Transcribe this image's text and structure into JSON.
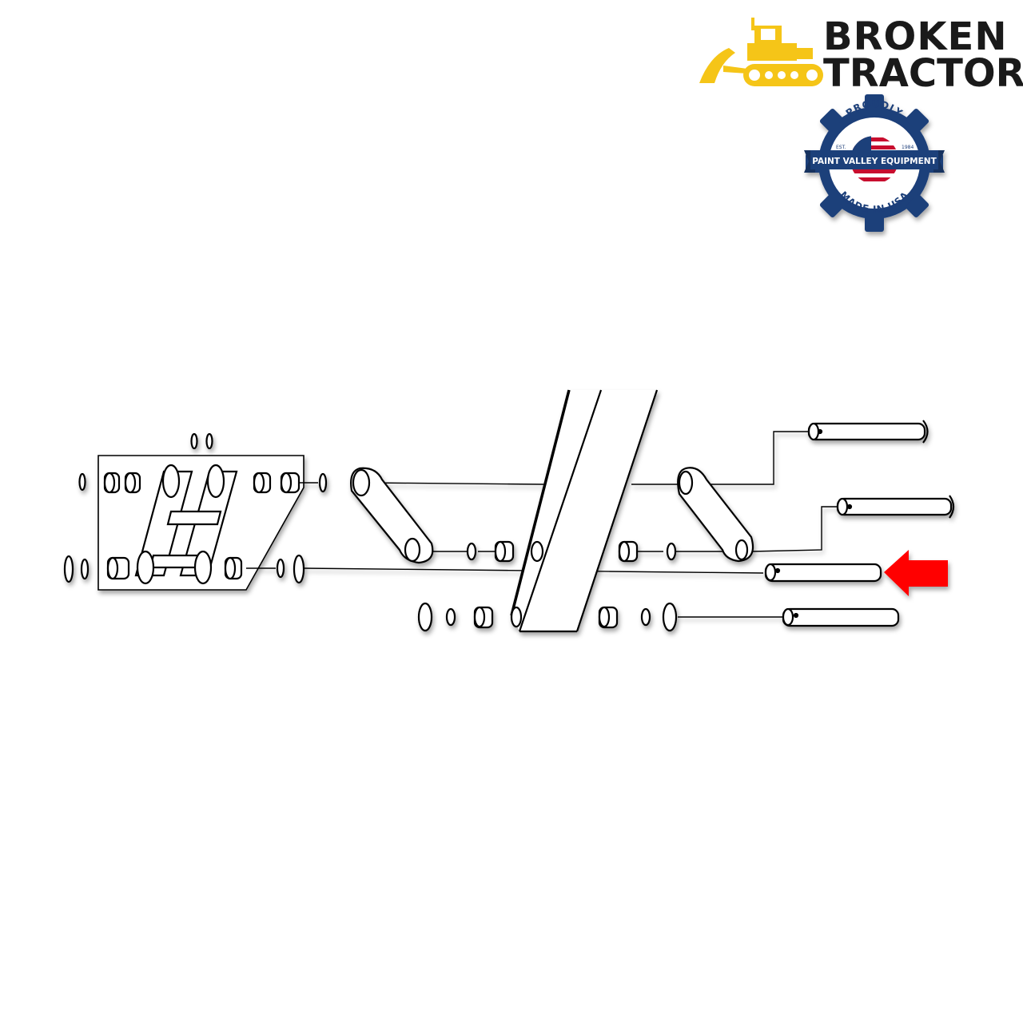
{
  "brand": {
    "name_line1": "BROKEN",
    "name_line2": "TRACTOR",
    "logo_icon": "bulldozer-icon",
    "logo_color": "#F5C518",
    "text_color": "#1a1a1a"
  },
  "badge": {
    "top_text": "PROUDLY",
    "est": "EST.",
    "year": "1984",
    "banner_text": "PAINT VALLEY EQUIPMENT",
    "bottom_text": "MADE IN USA",
    "gear_color": "#1F3F7A",
    "flag_red": "#C8102E"
  },
  "diagram": {
    "highlight_color": "#FF0000",
    "highlight_icon": "arrow-left-icon"
  }
}
